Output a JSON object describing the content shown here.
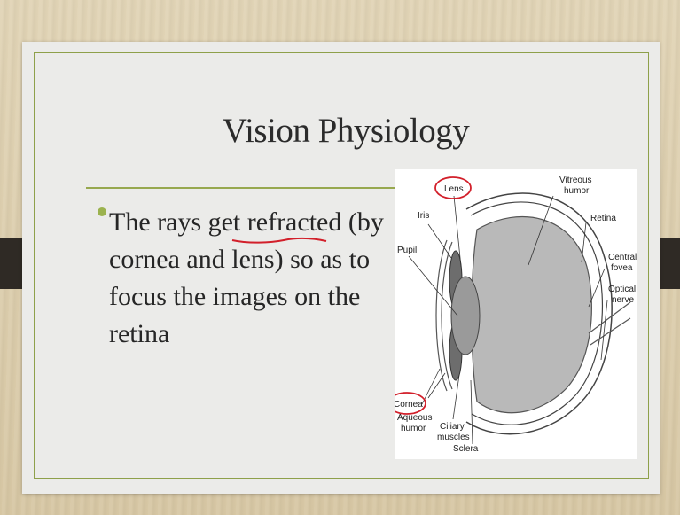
{
  "slide": {
    "title": "Vision Physiology",
    "bullet_lines": [
      "The rays get refracted (by",
      "cornea and lens) so as to",
      "focus the images on the",
      "retina"
    ]
  },
  "diagram": {
    "labels": {
      "lens": "Lens",
      "vitreous1": "Vitreous",
      "vitreous2": "humor",
      "iris": "Iris",
      "retina": "Retina",
      "pupil": "Pupil",
      "central1": "Central",
      "central2": "fovea",
      "optical1": "Optical",
      "optical2": "nerve",
      "cornea": "Cornea",
      "aqueous1": "Aqueous",
      "aqueous2": "humor",
      "ciliary1": "Ciliary",
      "ciliary2": "muscles",
      "sclera": "Sclera"
    }
  },
  "colors": {
    "accent_green": "#97a84f",
    "annotation_red": "#d21f2a",
    "frame_background": "#d8c9a9"
  }
}
